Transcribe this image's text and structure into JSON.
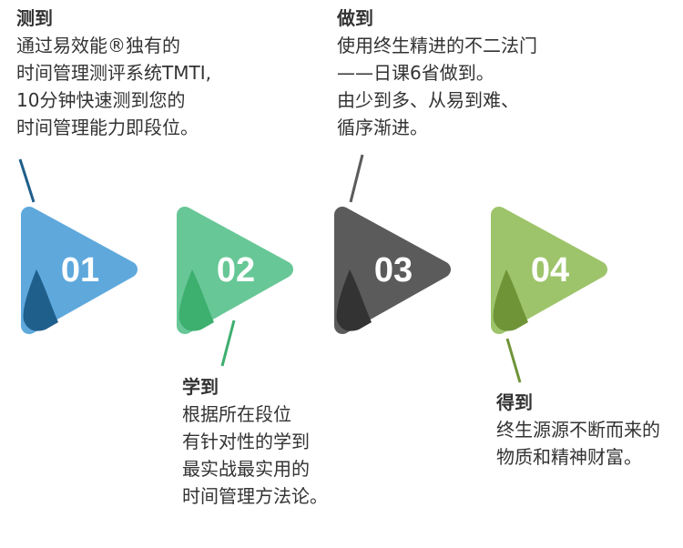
{
  "steps": [
    {
      "num": "01",
      "title": "测到",
      "lines": [
        "通过易效能®独有的",
        "时间管理测评系统TMTI,",
        "10分钟快速测到您的",
        "时间管理能力即段位。"
      ],
      "color": "#5ea8dc",
      "dark": "#1f5f8b"
    },
    {
      "num": "02",
      "title": "学到",
      "lines": [
        "根据所在段位",
        "有针对性的学到",
        "最实战最实用的",
        "时间管理方法论。"
      ],
      "color": "#67c796",
      "dark": "#3daf6f"
    },
    {
      "num": "03",
      "title": "做到",
      "lines": [
        "使用终生精进的不二法门",
        "——日课6省做到。",
        "由少到多、从易到难、",
        "循序渐进。"
      ],
      "color": "#5b5b5b",
      "dark": "#333333"
    },
    {
      "num": "04",
      "title": "得到",
      "lines": [
        "终生源源不断而来的",
        "物质和精神财富。"
      ],
      "color": "#9dc46a",
      "dark": "#6f9438"
    }
  ]
}
